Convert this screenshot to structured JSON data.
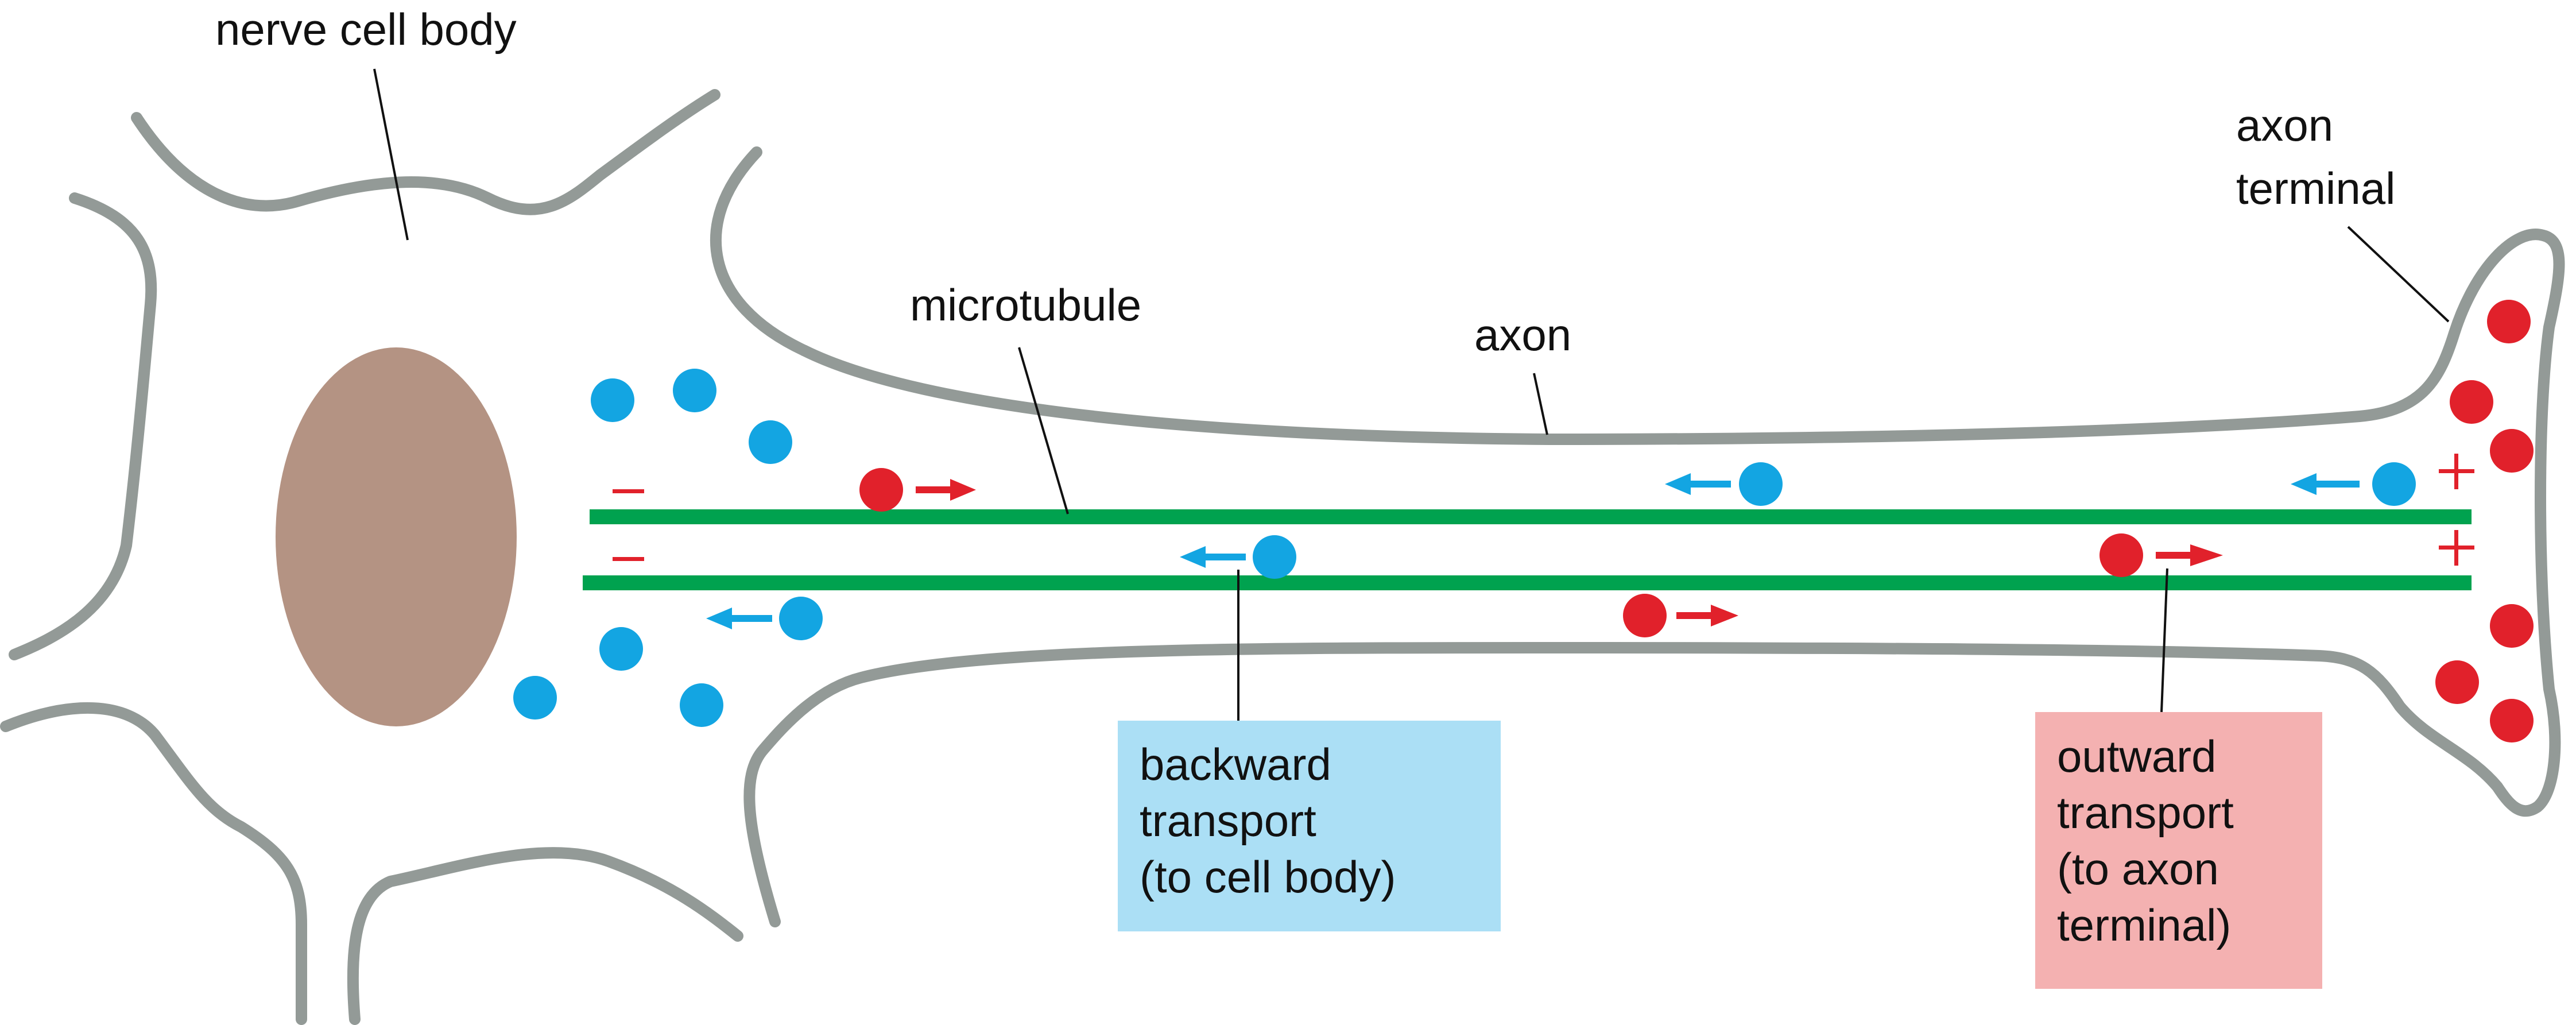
{
  "labels": {
    "nerve_cell_body": "nerve cell body",
    "microtubule": "microtubule",
    "axon": "axon",
    "axon_terminal_line1": "axon",
    "axon_terminal_line2": "terminal"
  },
  "polarity": {
    "minus_sign": "−",
    "plus_sign": "+"
  },
  "boxes": {
    "backward": {
      "lines": [
        "backward",
        "transport",
        "(to cell body)"
      ],
      "color": "#abdff5"
    },
    "outward": {
      "lines": [
        "outward",
        "transport",
        "(to axon",
        "terminal)"
      ],
      "color": "#f4b1b1"
    }
  },
  "colors": {
    "membrane": "#939a97",
    "nucleus": "#b49383",
    "microtubule": "#00a24f",
    "backward_cargo": "#13a5e2",
    "outward_cargo": "#e1212b",
    "leader_line": "#111111"
  },
  "icons": {
    "backward_cargo": "blue-circle",
    "outward_cargo": "red-circle",
    "backward_direction": "left-arrow-icon",
    "outward_direction": "right-arrow-icon"
  }
}
